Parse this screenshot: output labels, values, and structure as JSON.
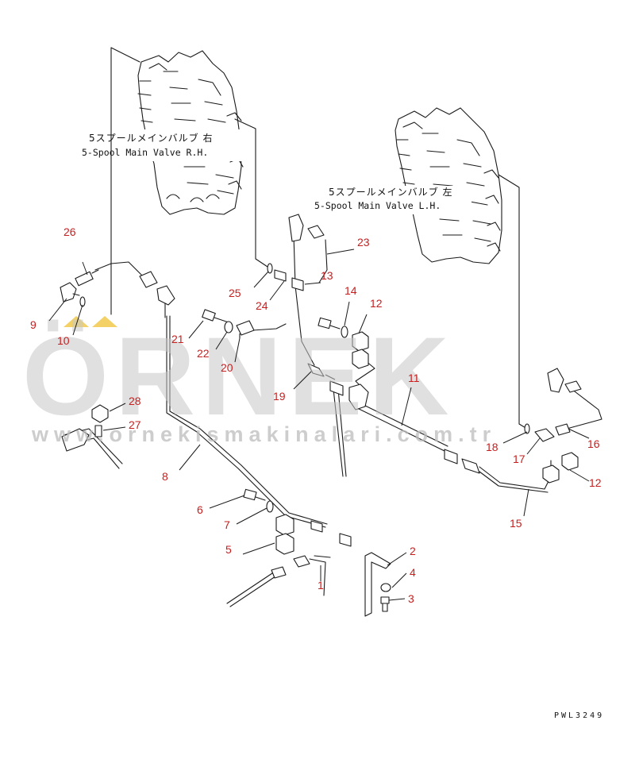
{
  "diagram": {
    "valve_right": {
      "label_jp": "5スプールメインバルブ 右",
      "label_en": "5-Spool Main Valve R.H."
    },
    "valve_left": {
      "label_jp": "5スプールメインバルブ 左",
      "label_en": "5-Spool Main Valve L.H."
    },
    "callouts": [
      "26",
      "9",
      "10",
      "21",
      "22",
      "20",
      "25",
      "24",
      "13",
      "23",
      "14",
      "12",
      "19",
      "11",
      "28",
      "27",
      "8",
      "18",
      "17",
      "16",
      "12",
      "15",
      "6",
      "7",
      "5",
      "1",
      "2",
      "4",
      "3"
    ],
    "drawing_code": "PWL3249"
  },
  "watermark": {
    "brand": "ÖRNEK",
    "url": "www.ornekismakinalari.com.tr"
  },
  "colors": {
    "callout": "#c81e1e",
    "ink": "#1a1a1a",
    "watermark": "#c8c8c8",
    "watermark_accent": "#f2c94c"
  }
}
